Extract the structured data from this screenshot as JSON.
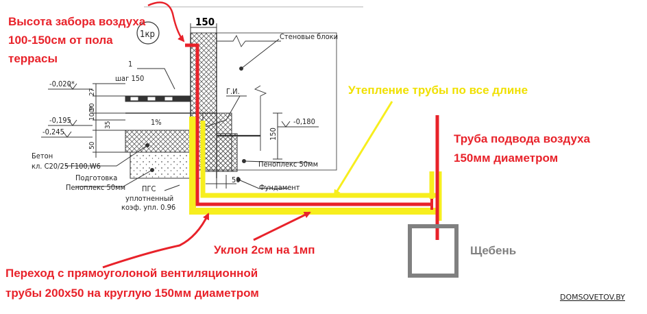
{
  "drawing": {
    "dim_top": "150",
    "circle_tag": "1кр",
    "leader_1": "1",
    "step_label": "шаг 150",
    "slope_label": "1%",
    "gi_label": "Г.И.",
    "dim_150_side": "150",
    "dim_50_bottom": "50",
    "dim_27": "27",
    "dim_50_100": "100*",
    "dim_50_a": "50",
    "dim_35": "35",
    "dim_50_b": "50",
    "level_1": "-0,020*",
    "level_2": "-0,195",
    "level_3": "-0,245",
    "level_4": "-0,180",
    "wall_blocks": "Стеновые блоки",
    "penoplex_right": "Пеноплекс 50мм",
    "foundation": "Фундамент",
    "concrete_1": "Бетон",
    "concrete_2": "кл. С20/25 F100,W6",
    "subbase": "Подготовка",
    "penoplex_left": "Пеноплекс 50мм",
    "pgs_1": "ПГС",
    "pgs_2": "уплотненный",
    "pgs_3": "коэф. упл. 0.96"
  },
  "annotations": {
    "intake_height_1": "Высота забора воздуха",
    "intake_height_2": "100-150см от пола",
    "intake_height_3": "террасы",
    "insulation": "Утепление трубы по все длине",
    "supply_pipe_1": "Труба подвода воздуха",
    "supply_pipe_2": "150мм диаметром",
    "slope": "Уклон 2см на 1мп",
    "transition_1": "Переход с прямоуголоной вентиляционной",
    "transition_2": "трубы 200х50 на круглую 150мм диаметром",
    "gravel": "Щебень",
    "watermark": "DOMSOVETOV.BY"
  },
  "colors": {
    "red": "#e8222a",
    "yellow": "#f7ee1e",
    "gray": "#808080",
    "text_dark": "#222222"
  }
}
